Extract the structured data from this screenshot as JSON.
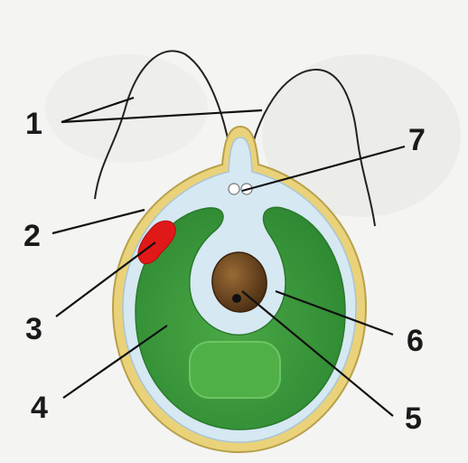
{
  "labels": {
    "l1": "1",
    "l2": "2",
    "l3": "3",
    "l4": "4",
    "l5": "5",
    "l6": "6",
    "l7": "7"
  },
  "colors": {
    "background": "#f4f4f2",
    "cell_wall": "#e9d27a",
    "cell_wall_edge": "#b8a04a",
    "cytoplasm": "#d6e8f2",
    "chloroplast": "#3f9a3c",
    "chloroplast_dark": "#2e7f2f",
    "pyrenoid": "#4fb047",
    "eyespot": "#e01818",
    "nucleus": "#6e4a22",
    "nucleolus": "#111111",
    "vacuole": "#ffffff",
    "flagellum": "#222222",
    "leader_line": "#111111"
  },
  "icons": [
    "chlamydomonas-cell-diagram"
  ]
}
